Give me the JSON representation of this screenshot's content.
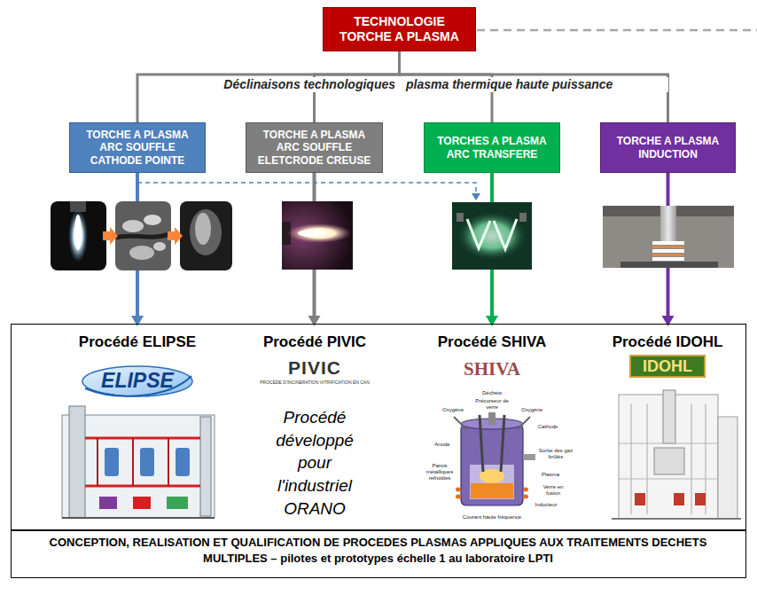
{
  "diagram": {
    "nodes": [
      {
        "text": [
          "TECHNOLOGIE TORCHE A PLASMA"
        ]
      },
      {
        "text": [
          "TORCHE A PLASMA ARC SOUFFLE CATHODE POINTE"
        ]
      },
      {
        "text": [
          "TORCHE A PLASMA ARC SOUFFLE ELETCRODE CREUSE"
        ]
      },
      {
        "text": [
          "TORCHES A PLASMA ARC TRANSFERE"
        ]
      },
      {
        "text": [
          "TORCHE A PLASMA INDUCTION"
        ]
      },
      {
        "text": [
          "CONCEPTION, REALISATION ET QUALIFICATION DE PROCEDES PLASMAS APPLIQUES AUX TRAITEMENTS DECHETS MULTIPLES – pilotes et prototypes échelle 1 au laboratoire LPTI"
        ]
      },
      {
        "text": [
          "Procédé ELIPSE"
        ],
        "in": 5
      },
      {
        "text": [
          "Procédé PIVIC",
          "Procédé développé pour l'industriel ORANO"
        ],
        "in": 5
      },
      {
        "text": [
          "Procédé SHIVA"
        ],
        "in": 5
      },
      {
        "text": [
          "Procédé IDOHL"
        ],
        "in": 5
      }
    ],
    "edges": [
      {
        "from": 0,
        "to": 1,
        "arrow": "none"
      },
      {
        "from": 0,
        "to": 2,
        "arrow": "none"
      },
      {
        "from": 0,
        "to": 3,
        "arrow": "none"
      },
      {
        "from": 0,
        "to": 4,
        "arrow": "none"
      },
      {
        "from": 1,
        "to": 6,
        "arrow": "to"
      },
      {
        "from": 2,
        "to": 7,
        "arrow": "to"
      },
      {
        "from": 3,
        "to": 8,
        "arrow": "to"
      },
      {
        "from": 4,
        "to": 9,
        "arrow": "to"
      }
    ],
    "labels": [
      "Déclinaisons technologiques",
      "plasma thermique haute puissance",
      "ELIPSE",
      "PIVIC",
      "PROCEDE D'INCINERATION VITRIFICATION EN CAN",
      "SHIVA",
      "IDOHL",
      "Déchets",
      "Précurseur de verre",
      "Oxygène",
      "Oxygène",
      "Cathode",
      "Anode",
      "Sortie des gaz brûlés",
      "Parois métalliques refroidies",
      "Plasma",
      "Verre en fusion",
      "Inducteur",
      "Courant haute fréquence"
    ]
  }
}
